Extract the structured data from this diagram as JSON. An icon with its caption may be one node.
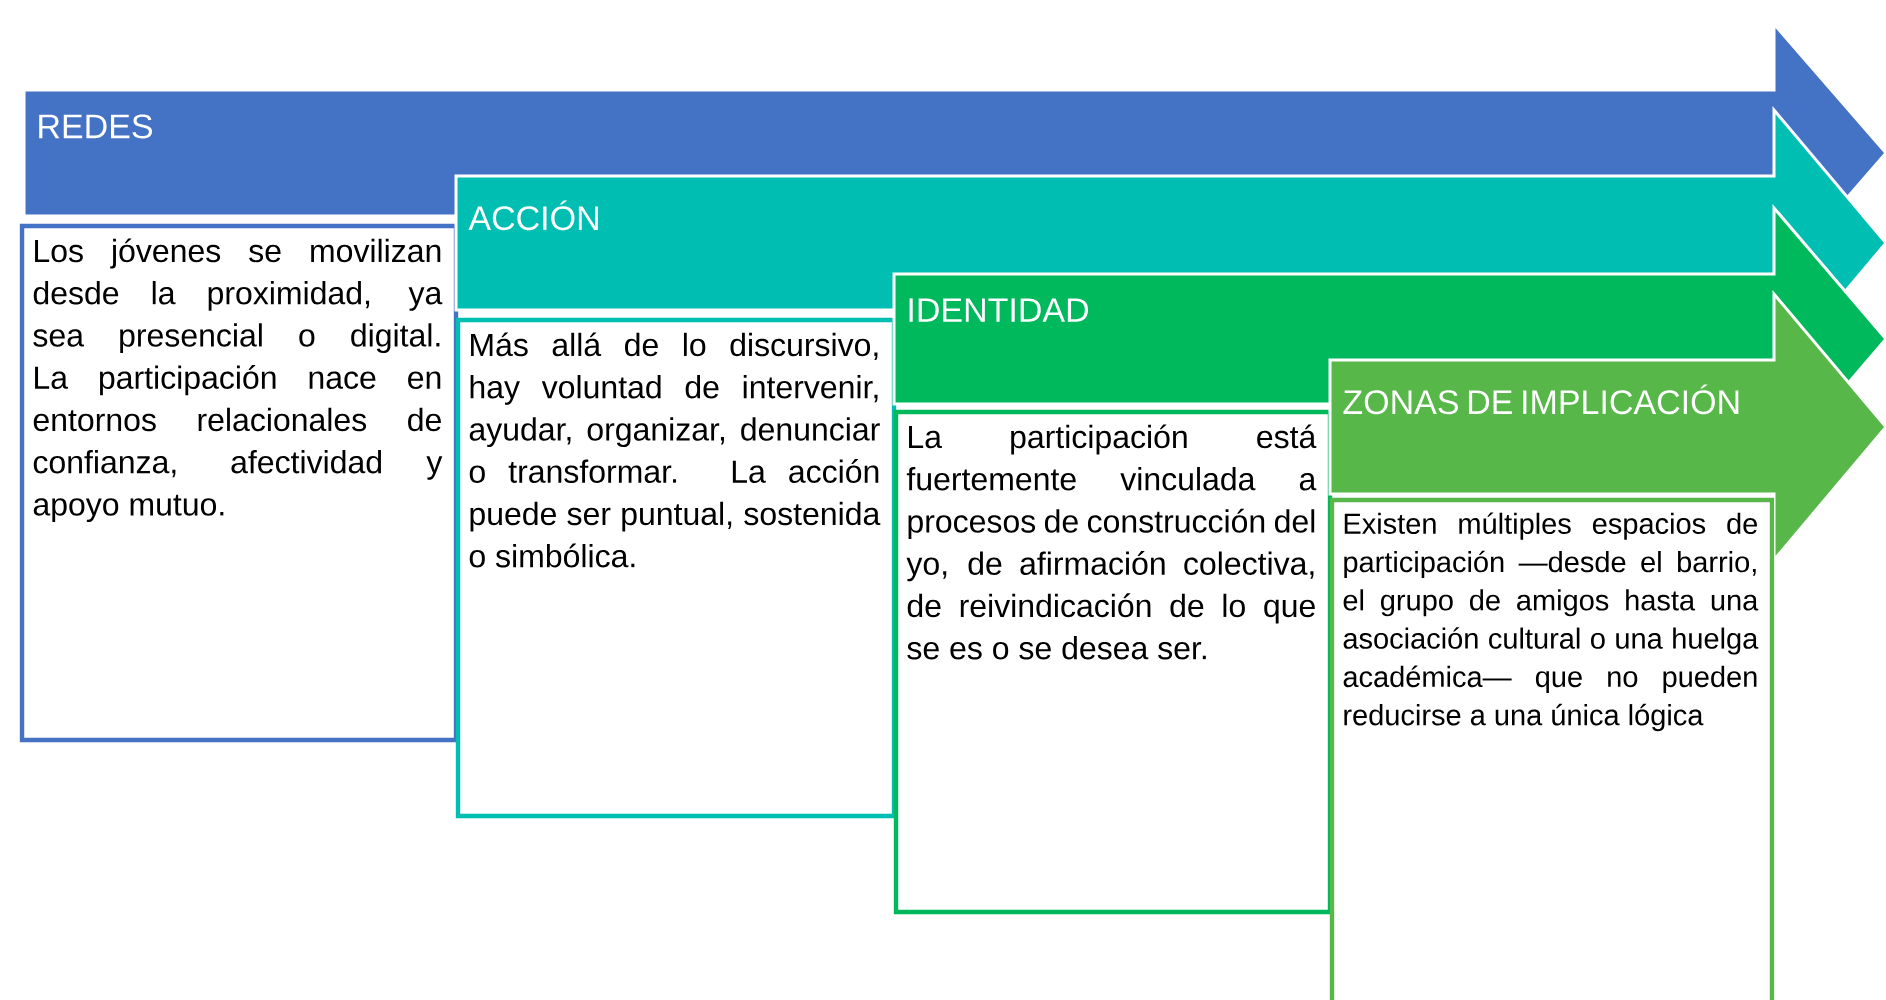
{
  "diagram": {
    "nodes": [
      {
        "text": [
          "REDES"
        ]
      },
      {
        "text": [
          "Los jóvenes se movilizan desde la proximidad, ya sea presencial o digital. La participación nace en entornos relacionales de confianza, afectividad y apoyo mutuo."
        ]
      },
      {
        "text": [
          "ACCIÓN"
        ]
      },
      {
        "text": [
          "Más allá de lo discursivo, hay voluntad de intervenir, ayudar, organizar, denunciar o transformar. La acción puede ser puntual, sostenida o simbólica."
        ]
      },
      {
        "text": [
          "IDENTIDAD"
        ]
      },
      {
        "text": [
          "La participación está fuertemente vinculada a procesos de construcción del yo, de afirmación colectiva, de reivindicación de lo que se es o se desea ser."
        ]
      },
      {
        "text": [
          "ZONAS DE IMPLICACIÓN"
        ]
      },
      {
        "text": [
          "Existen múltiples espacios de participación —desde el barrio, el grupo de amigos hasta una asociación cultural o una huelga académica— que no pueden reducirse a una única lógica"
        ]
      }
    ]
  }
}
